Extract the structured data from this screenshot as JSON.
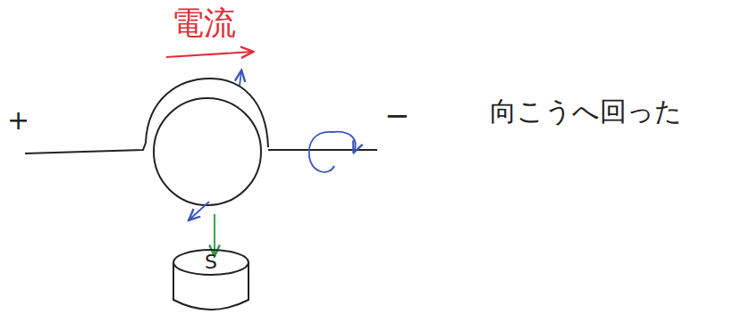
{
  "diagram": {
    "nodes": [
      {
        "text": [
          "S"
        ]
      }
    ],
    "labels": [
      "+",
      "電流",
      "−",
      "向こうへ回った"
    ]
  }
}
